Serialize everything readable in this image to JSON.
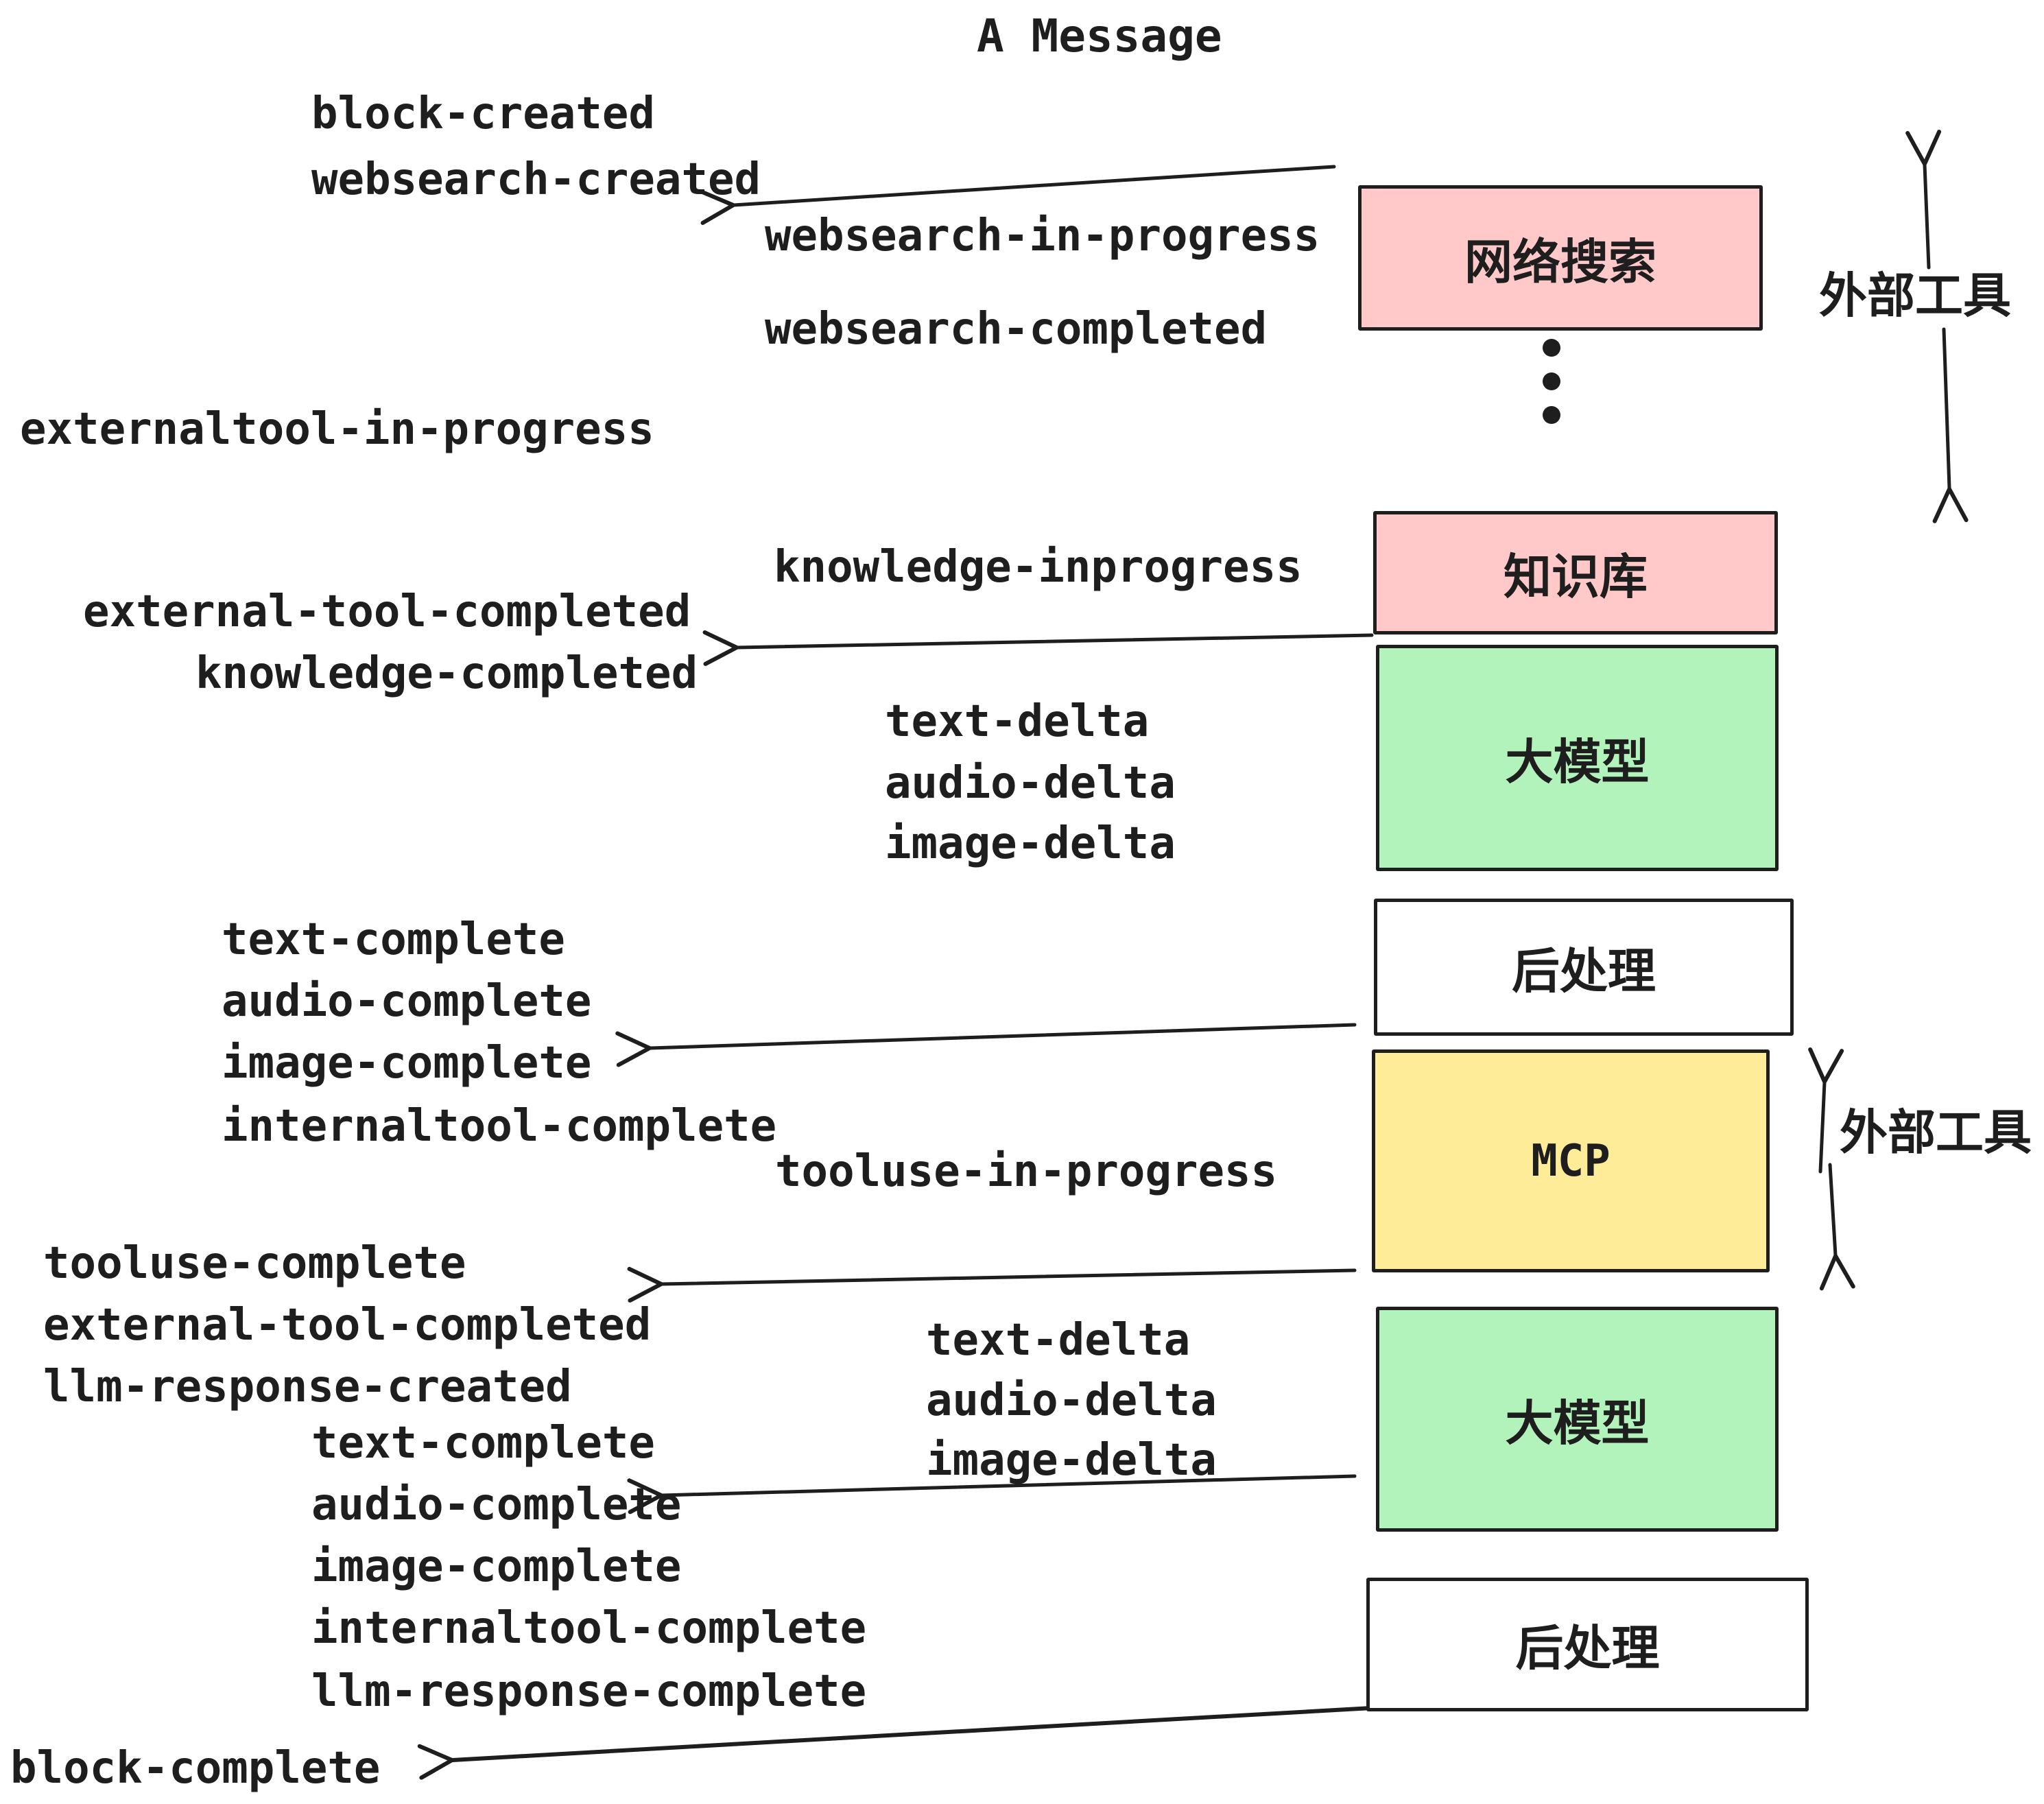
{
  "title": "A Message",
  "colors": {
    "ink": "#1E1E1E",
    "external_tool_fill": "#FFC9C9",
    "llm_fill": "#B2F2BB",
    "mcp_fill": "#FFEC99",
    "postprocess_fill": "#FFFFFF",
    "background": "#FFFFFF"
  },
  "pipeline": {
    "boxes": [
      {
        "label": "网络搜索",
        "fill": "pink"
      },
      {
        "label": "知识库",
        "fill": "pink"
      },
      {
        "label": "大模型",
        "fill": "green"
      },
      {
        "label": "后处理",
        "fill": "white"
      },
      {
        "label": "MCP",
        "fill": "yellow"
      },
      {
        "label": "大模型",
        "fill": "green"
      },
      {
        "label": "后处理",
        "fill": "white"
      }
    ],
    "ellipsis_dots": 3
  },
  "side_labels": [
    {
      "label": "外部工具"
    },
    {
      "label": "外部工具"
    }
  ],
  "events": [
    {
      "label": "block-created"
    },
    {
      "label": "websearch-created"
    },
    {
      "label": "websearch-in-progress"
    },
    {
      "label": "websearch-completed"
    },
    {
      "label": "externaltool-in-progress"
    },
    {
      "label": "knowledge-inprogress"
    },
    {
      "label": "external-tool-completed"
    },
    {
      "label": "knowledge-completed"
    },
    {
      "label": "text-delta"
    },
    {
      "label": "audio-delta"
    },
    {
      "label": "image-delta"
    },
    {
      "label": "text-complete"
    },
    {
      "label": "audio-complete"
    },
    {
      "label": "image-complete"
    },
    {
      "label": "internaltool-complete"
    },
    {
      "label": "tooluse-in-progress"
    },
    {
      "label": "tooluse-complete"
    },
    {
      "label": "external-tool-completed"
    },
    {
      "label": "llm-response-created"
    },
    {
      "label": "text-delta"
    },
    {
      "label": "audio-delta"
    },
    {
      "label": "image-delta"
    },
    {
      "label": "text-complete"
    },
    {
      "label": "audio-complete"
    },
    {
      "label": "image-complete"
    },
    {
      "label": "internaltool-complete"
    },
    {
      "label": "llm-response-complete"
    },
    {
      "label": "block-complete"
    }
  ]
}
